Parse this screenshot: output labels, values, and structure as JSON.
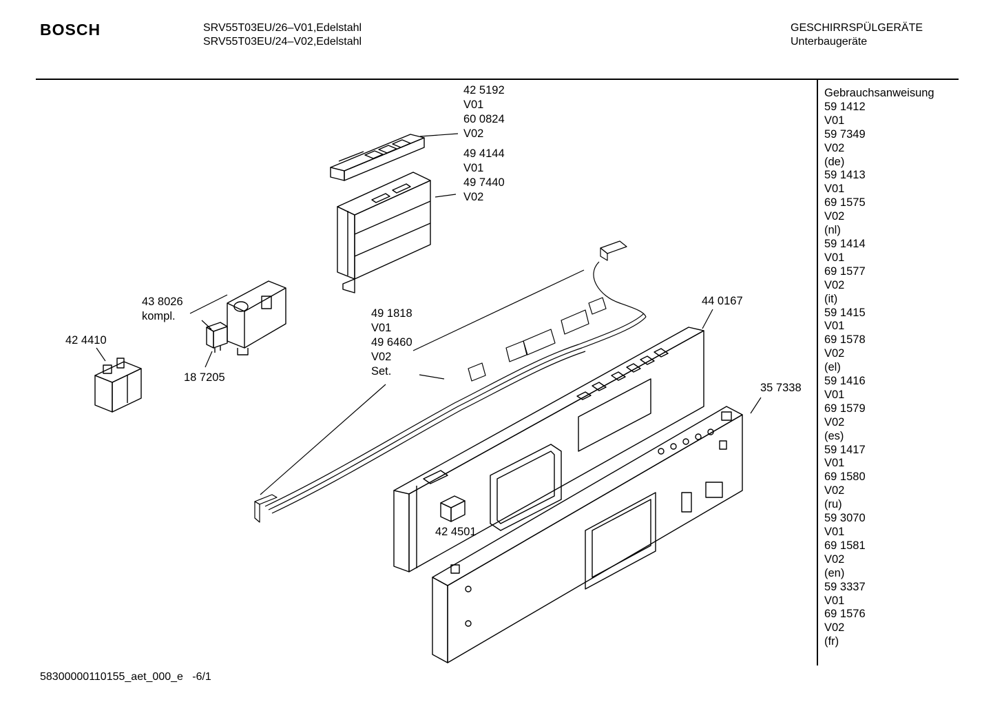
{
  "header": {
    "brand": "BOSCH",
    "models": [
      "SRV55T03EU/26–V01,Edelstahl",
      "SRV55T03EU/24–V02,Edelstahl"
    ],
    "category": "GESCHIRRSPÜLGERÄTE",
    "subcategory": "Unterbaugeräte"
  },
  "sidebar": {
    "title": "Gebrauchsanweisung",
    "entries": [
      "59 1412",
      "V01",
      "59 7349",
      "V02",
      "(de)",
      "59 1413",
      "V01",
      "69 1575",
      "V02",
      "(nl)",
      "59 1414",
      "V01",
      "69 1577",
      "V02",
      "(it)",
      "59 1415",
      "V01",
      "69 1578",
      "V02",
      "(el)",
      "59 1416",
      "V01",
      "69 1579",
      "V02",
      "(es)",
      "59 1417",
      "V01",
      "69 1580",
      "V02",
      "(ru)",
      "59 3070",
      "V01",
      "69 1581",
      "V02",
      "(en)",
      "59 3337",
      "V01",
      "69 1576",
      "V02",
      "(fr)"
    ]
  },
  "callouts": {
    "module_cover": [
      "42 5192",
      "V01",
      "60 0824",
      "V02"
    ],
    "control_module": [
      "49 4144",
      "V01",
      "49 7440",
      "V02"
    ],
    "switch": [
      "43 8026",
      "kompl."
    ],
    "relay": [
      "42 4410"
    ],
    "suppressor": [
      "18 7205"
    ],
    "harness": [
      "49 1818",
      "V01",
      "49 6460",
      "V02",
      "Set."
    ],
    "panel": [
      "44 0167"
    ],
    "frame": [
      "35 7338"
    ],
    "knob": [
      "42 4501"
    ]
  },
  "footer": {
    "code": "58300000110155_aet_000_e   -6/1"
  }
}
